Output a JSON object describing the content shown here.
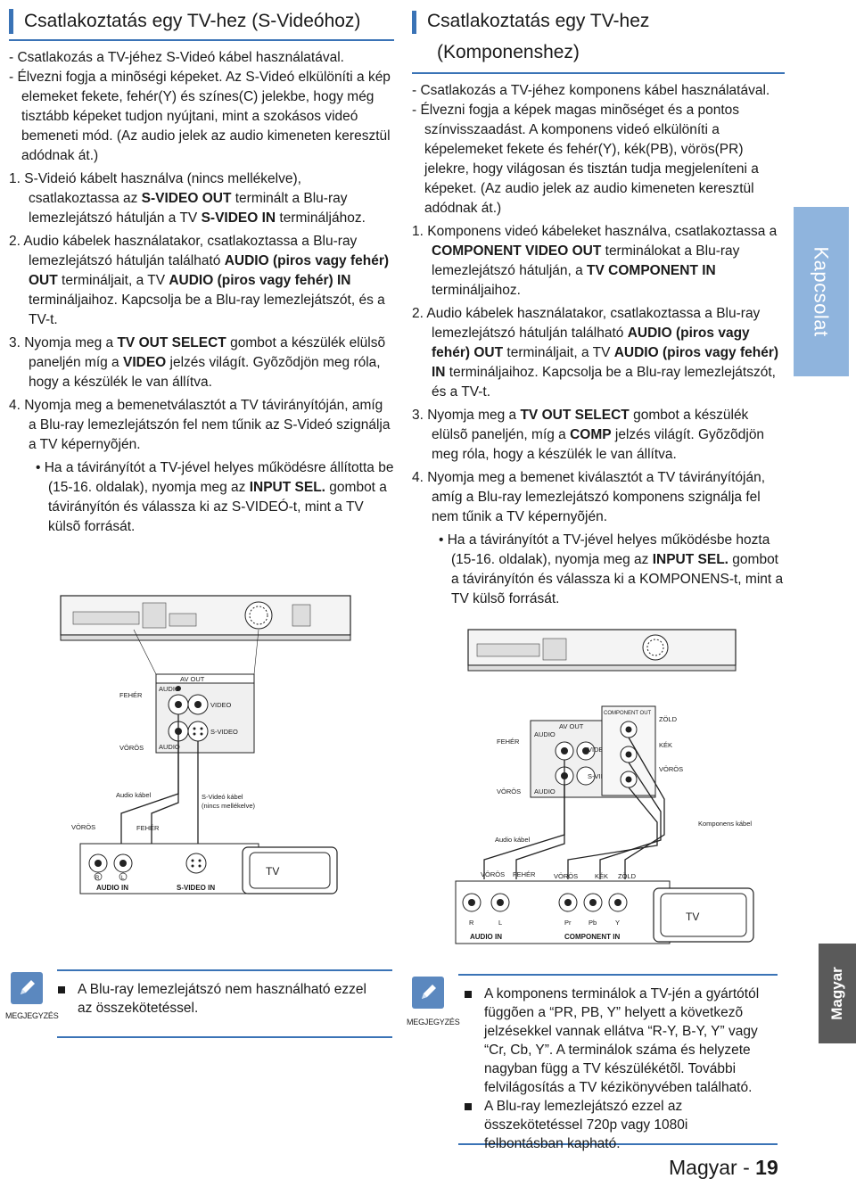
{
  "left": {
    "title": "Csatlakoztatás egy TV-hez (S-Videóhoz)",
    "intro": [
      "- Csatlakozás a TV-jéhez S-Videó kábel használatával.",
      "- Élvezni fogja a minõségi képeket. Az S-Videó elkülöníti a kép elemeket fekete, fehér(Y) és színes(C) jelekbe, hogy még tisztább képeket tudjon nyújtani, mint a szokásos videó bemeneti mód. (Az audio jelek az audio kimeneten keresztül adódnak át.)"
    ],
    "step1": {
      "a": "1. S-Videió kábelt használva (nincs mellékelve), csatlakoztassa az ",
      "b": "S-VIDEO OUT",
      "c": " terminált a Blu-ray lemezlejátszó hátulján a TV ",
      "d": "S-VIDEO IN",
      "e": " termináljához."
    },
    "step2": {
      "a": "2. Audio kábelek használatakor, csatlakoztassa a Blu-ray lemezlejátszó hátulján található ",
      "b": "AUDIO (piros vagy fehér) OUT",
      "c": " termináljait, a TV ",
      "d": "AUDIO (piros vagy fehér) IN",
      "e": " termináljaihoz. Kapcsolja be a Blu-ray lemezlejátszót, és a TV-t."
    },
    "step3": {
      "a": "3. Nyomja meg a ",
      "b": "TV OUT SELECT",
      "c": " gombot a készülék elülsõ paneljén míg a ",
      "d": "VIDEO",
      "e": " jelzés világít. Gyõzõdjön meg róla, hogy a készülék le van állítva."
    },
    "step4": "4. Nyomja meg a bemenetválasztót a TV távirányítóján, amíg a Blu-ray lemezlejátszón fel nem tűnik az S-Videó szignálja a TV képernyõjén.",
    "bullet": {
      "a": "• Ha a távirányítót a TV-jével helyes működésre állította be (15-16. oldalak), nyomja meg az ",
      "b": "INPUT SEL.",
      "c": " gombot a távirányítón és válassza ki az S-VIDEÓ-t, mint a TV külsõ forrását."
    },
    "diagram": {
      "av_out": "AV OUT",
      "audio_l": "AUDIO",
      "audio_r": "AUDIO",
      "video": "VIDEO",
      "svideo": "S-VIDEO",
      "feher": "FEHÉR",
      "voros": "VÖRÖS",
      "audio_kabel": "Audio kábel",
      "svideo_kabel_1": "S-Videó kábel",
      "svideo_kabel_2": "(nincs mellékelve)",
      "voros2": "VÖRÖS",
      "feher2": "FEHÉR",
      "r": "R",
      "l": "L",
      "audio_in": "AUDIO IN",
      "svideo_in": "S-VIDEO IN",
      "tv": "TV"
    },
    "note": {
      "label": "MEGJEGYZÉS",
      "items": [
        "A Blu-ray lemezlejátszó nem használható ezzel az összekötetéssel."
      ]
    }
  },
  "right": {
    "title_1": "Csatlakoztatás egy TV-hez",
    "title_2": "(Komponenshez)",
    "intro": [
      "- Csatlakozás a TV-jéhez komponens kábel használatával.",
      "- Élvezni fogja a képek magas minõséget és a pontos színvisszaadást. A komponens videó elkülöníti a képelemeket fekete és fehér(Y), kék(PB), vörös(PR) jelekre, hogy világosan és tisztán tudja megjeleníteni a képeket. (Az audio jelek az audio kimeneten keresztül adódnak át.)"
    ],
    "step1": {
      "a": "1. Komponens videó kábeleket használva, csatlakoztassa a ",
      "b": "COMPONENT VIDEO OUT",
      "c": " terminálokat a Blu-ray lemezlejátszó hátulján, a ",
      "d": "TV COMPONENT IN",
      "e": " termináljaihoz."
    },
    "step2": {
      "a": "2. Audio kábelek használatakor, csatlakoztassa a Blu-ray lemezlejátszó hátulján található ",
      "b": "AUDIO (piros vagy fehér) OUT",
      "c": " termináljait, a TV ",
      "d": "AUDIO (piros vagy fehér) IN",
      "e": " termináljaihoz. Kapcsolja be a Blu-ray lemezlejátszót, és a TV-t."
    },
    "step3": {
      "a": "3. Nyomja meg a ",
      "b": "TV OUT SELECT",
      "c": " gombot a készülék elülsõ paneljén, míg a ",
      "d": "COMP",
      "e": " jelzés világít. Gyõzõdjön meg róla, hogy a készülék le van állítva."
    },
    "step4": "4. Nyomja meg a bemenet kiválasztót a TV távirányítóján, amíg a Blu-ray lemezlejátszó komponens szignálja fel nem tűnik a TV képernyõjén.",
    "bullet": {
      "a": "• Ha a távirányítót a TV-jével helyes működésbe hozta (15-16. oldalak), nyomja meg az ",
      "b": "INPUT SEL.",
      "c": " gombot a távirányítón és válassza ki a KOMPONENS-t, mint a TV külsõ forrását."
    },
    "diagram": {
      "av_out": "AV OUT",
      "component_out": "COMPONENT OUT",
      "audio_l": "AUDIO",
      "audio_r": "AUDIO",
      "video": "VIDEO",
      "svideo": "S-VIDEO",
      "zold": "ZÖLD",
      "kek": "KÉK",
      "voros": "VÖRÖS",
      "feher": "FEHÉR",
      "voros_b": "VÖRÖS",
      "komponens_kabel": "Komponens kábel",
      "audio_kabel": "Audio kábel",
      "voros2": "VÖRÖS",
      "feher2": "FEHÉR",
      "voros3": "VÖRÖS",
      "kek2": "KÉK",
      "zold2": "ZÖLD",
      "r": "R",
      "l": "L",
      "pr": "Pr",
      "pb": "Pb",
      "y": "Y",
      "audio_in": "AUDIO IN",
      "component_in": "COMPONENT IN",
      "tv": "TV"
    },
    "note": {
      "label": "MEGJEGYZÉS",
      "items": [
        "A komponens terminálok a TV-jén a gyártótól függõen a “PR, PB, Y” helyett a következõ jelzésekkel vannak ellátva “R-Y, B-Y, Y” vagy “Cr, Cb, Y”. A terminálok száma és helyzete nagyban függ a TV készülékétõl. További felvilágosítás a TV kézikönyvében található.",
        "A Blu-ray lemezlejátszó ezzel az összekötetéssel 720p vagy 1080i felbontásban kapható."
      ]
    }
  },
  "tabs": {
    "kapcsolat": "Kapcsolat",
    "magyar": "Magyar"
  },
  "footer": {
    "language": "Magyar",
    "sep": " - ",
    "page": "19"
  },
  "colors": {
    "accent": "#3a73b6",
    "tab": "#8fb4dd",
    "tab_dark": "#5a5a5a"
  }
}
